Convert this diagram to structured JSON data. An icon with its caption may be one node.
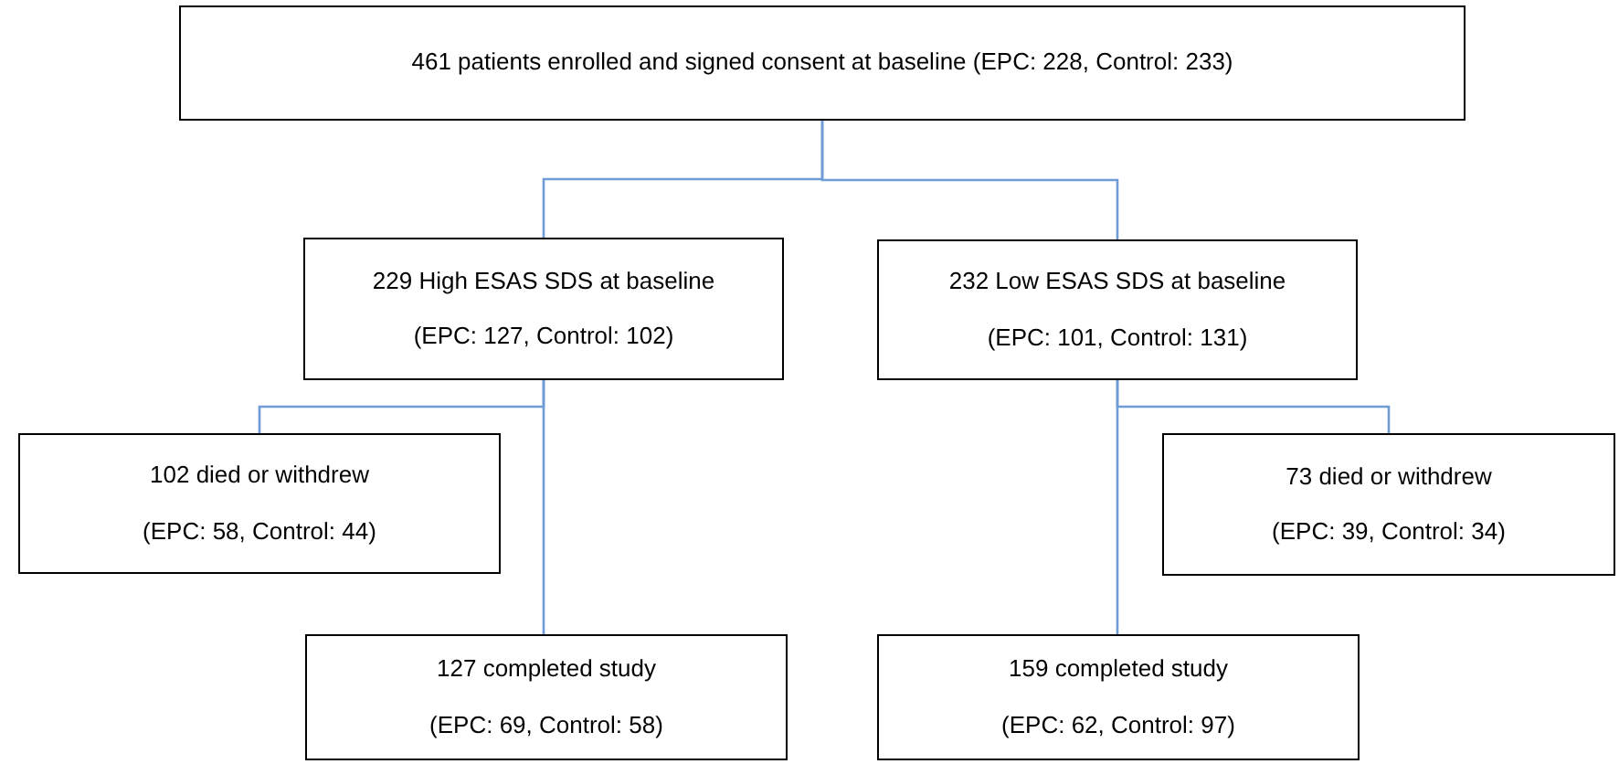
{
  "diagram": {
    "nodes": [
      {
        "text": [
          "461 patients enrolled and signed consent at baseline (EPC: 228, Control: 233)"
        ]
      },
      {
        "text": [
          "229 High ESAS SDS at baseline",
          "(EPC: 127, Control: 102)"
        ]
      },
      {
        "text": [
          "232 Low ESAS SDS at baseline",
          "(EPC: 101, Control: 131)"
        ]
      },
      {
        "text": [
          "102 died or withdrew",
          "(EPC: 58, Control: 44)"
        ]
      },
      {
        "text": [
          "73 died or withdrew",
          "(EPC: 39, Control: 34)"
        ]
      },
      {
        "text": [
          "127 completed study",
          "(EPC: 69, Control: 58)"
        ]
      },
      {
        "text": [
          "159 completed study",
          "(EPC: 62, Control: 97)"
        ]
      }
    ],
    "edges": [
      {
        "from": 0,
        "to": 1,
        "arrow": "none"
      },
      {
        "from": 0,
        "to": 2,
        "arrow": "none"
      },
      {
        "from": 1,
        "to": 3,
        "arrow": "none"
      },
      {
        "from": 1,
        "to": 5,
        "arrow": "none"
      },
      {
        "from": 2,
        "to": 4,
        "arrow": "none"
      },
      {
        "from": 2,
        "to": 6,
        "arrow": "none"
      }
    ]
  }
}
